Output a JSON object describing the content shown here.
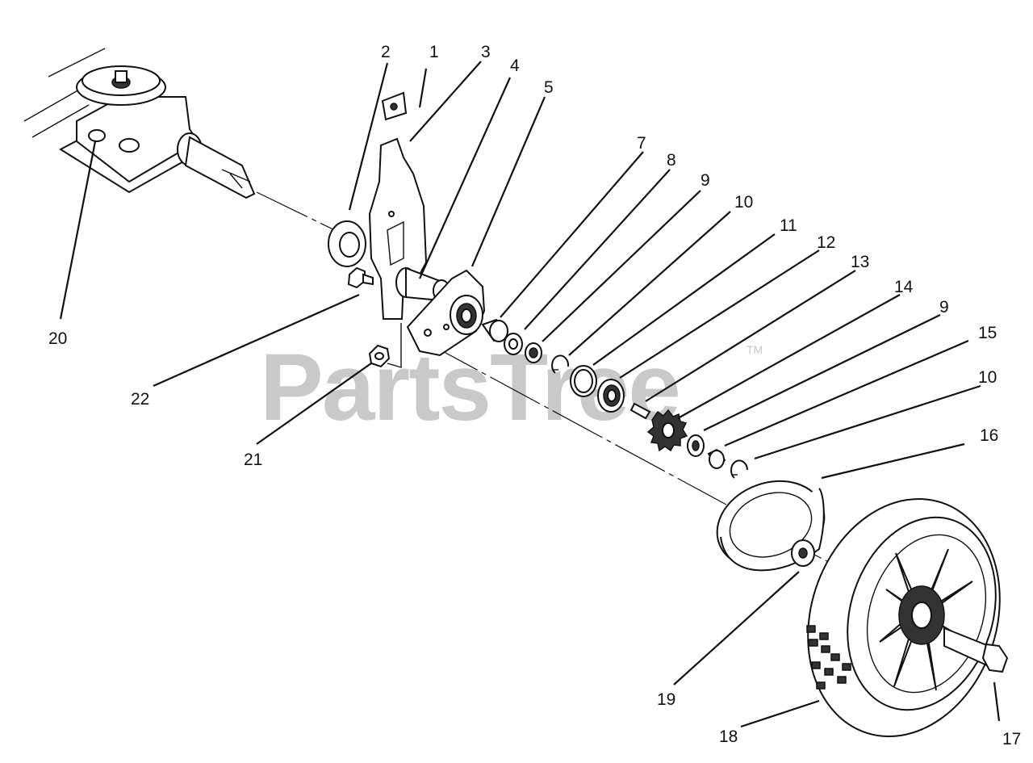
{
  "watermark": {
    "text": "PartsTree",
    "trademark": "TM"
  },
  "callouts": [
    {
      "id": "c1",
      "label": "1"
    },
    {
      "id": "c2",
      "label": "2"
    },
    {
      "id": "c3",
      "label": "3"
    },
    {
      "id": "c4",
      "label": "4"
    },
    {
      "id": "c5",
      "label": "5"
    },
    {
      "id": "c7",
      "label": "7"
    },
    {
      "id": "c8",
      "label": "8"
    },
    {
      "id": "c9a",
      "label": "9"
    },
    {
      "id": "c10a",
      "label": "10"
    },
    {
      "id": "c11",
      "label": "11"
    },
    {
      "id": "c12",
      "label": "12"
    },
    {
      "id": "c13",
      "label": "13"
    },
    {
      "id": "c14",
      "label": "14"
    },
    {
      "id": "c9b",
      "label": "9"
    },
    {
      "id": "c15",
      "label": "15"
    },
    {
      "id": "c10b",
      "label": "10"
    },
    {
      "id": "c16",
      "label": "16"
    },
    {
      "id": "c17",
      "label": "17"
    },
    {
      "id": "c18",
      "label": "18"
    },
    {
      "id": "c19",
      "label": "19"
    },
    {
      "id": "c20",
      "label": "20"
    },
    {
      "id": "c21",
      "label": "21"
    },
    {
      "id": "c22",
      "label": "22"
    }
  ]
}
